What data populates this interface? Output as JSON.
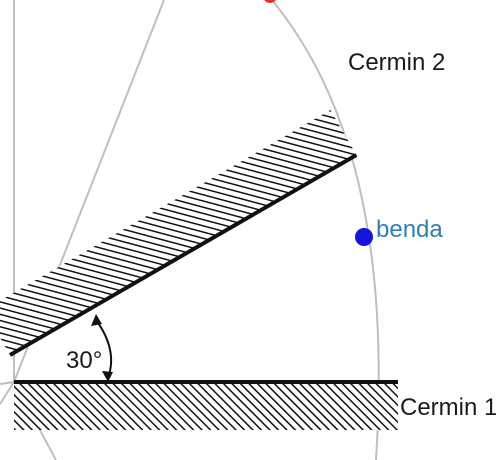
{
  "labels": {
    "mirror1": "Cermin 1",
    "mirror2": "Cermin 2",
    "object": "benda",
    "angle": "30°"
  },
  "colors": {
    "object_dot": "#1515e0",
    "top_dot": "#e8302a",
    "object_label": "#2e7fb8",
    "guide_lines": "#bfbfbf",
    "mirror_ink": "#111111"
  }
}
